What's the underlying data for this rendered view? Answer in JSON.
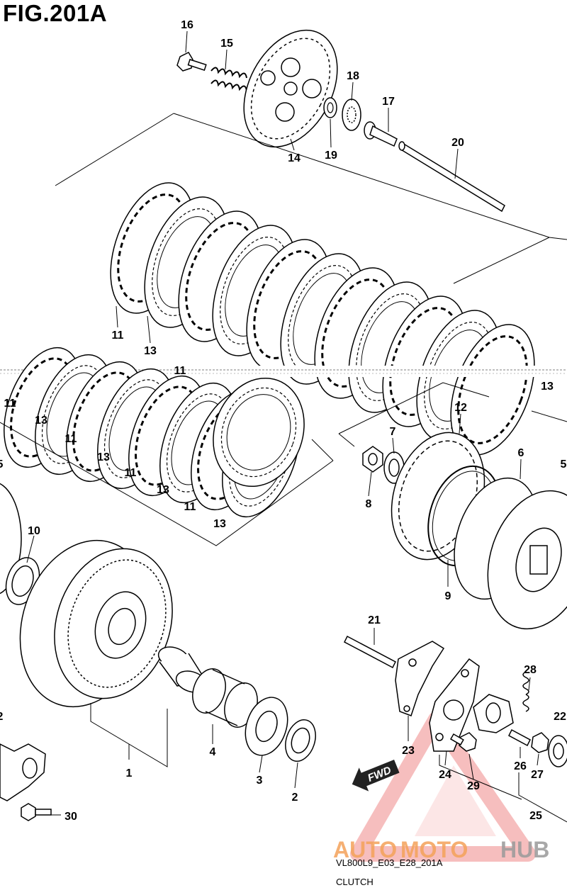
{
  "figure": {
    "title": "FIG.201A",
    "code": "VL800L9_E03_E28_201A",
    "caption": "CLUTCH"
  },
  "watermark": {
    "text_auto": "AUTO",
    "text_moto": "MOTO",
    "text_hub": "HUB",
    "colors": {
      "auto": "#f4a25a",
      "moto": "#f4a25a",
      "hub": "#9a9a9a",
      "triangle": "#f08a8a"
    }
  },
  "fwd_arrow": {
    "label": "FWD"
  },
  "callouts": {
    "c16": "16",
    "c15": "15",
    "c14": "14",
    "c19": "19",
    "c18": "18",
    "c17": "17",
    "c20": "20",
    "c11a": "11",
    "c13a": "13",
    "c11b": "11",
    "c13b": "13",
    "c11c": "11",
    "c11d": "11",
    "c13c": "13",
    "c11e": "11",
    "c13d": "13",
    "c11f": "11",
    "c13e": "13",
    "c11g": "11",
    "c13f": "13",
    "c5a": "5",
    "c10": "10",
    "c12": "12",
    "c7": "7",
    "c8": "8",
    "c6": "6",
    "c5b": "5",
    "c9": "9",
    "c21": "21",
    "c28": "28",
    "c22a": "22",
    "c23": "23",
    "c24": "24",
    "c29": "29",
    "c26": "26",
    "c27": "27",
    "c25": "25",
    "c1": "1",
    "c4": "4",
    "c3": "3",
    "c2": "2",
    "c22b": "2",
    "c30": "30"
  }
}
